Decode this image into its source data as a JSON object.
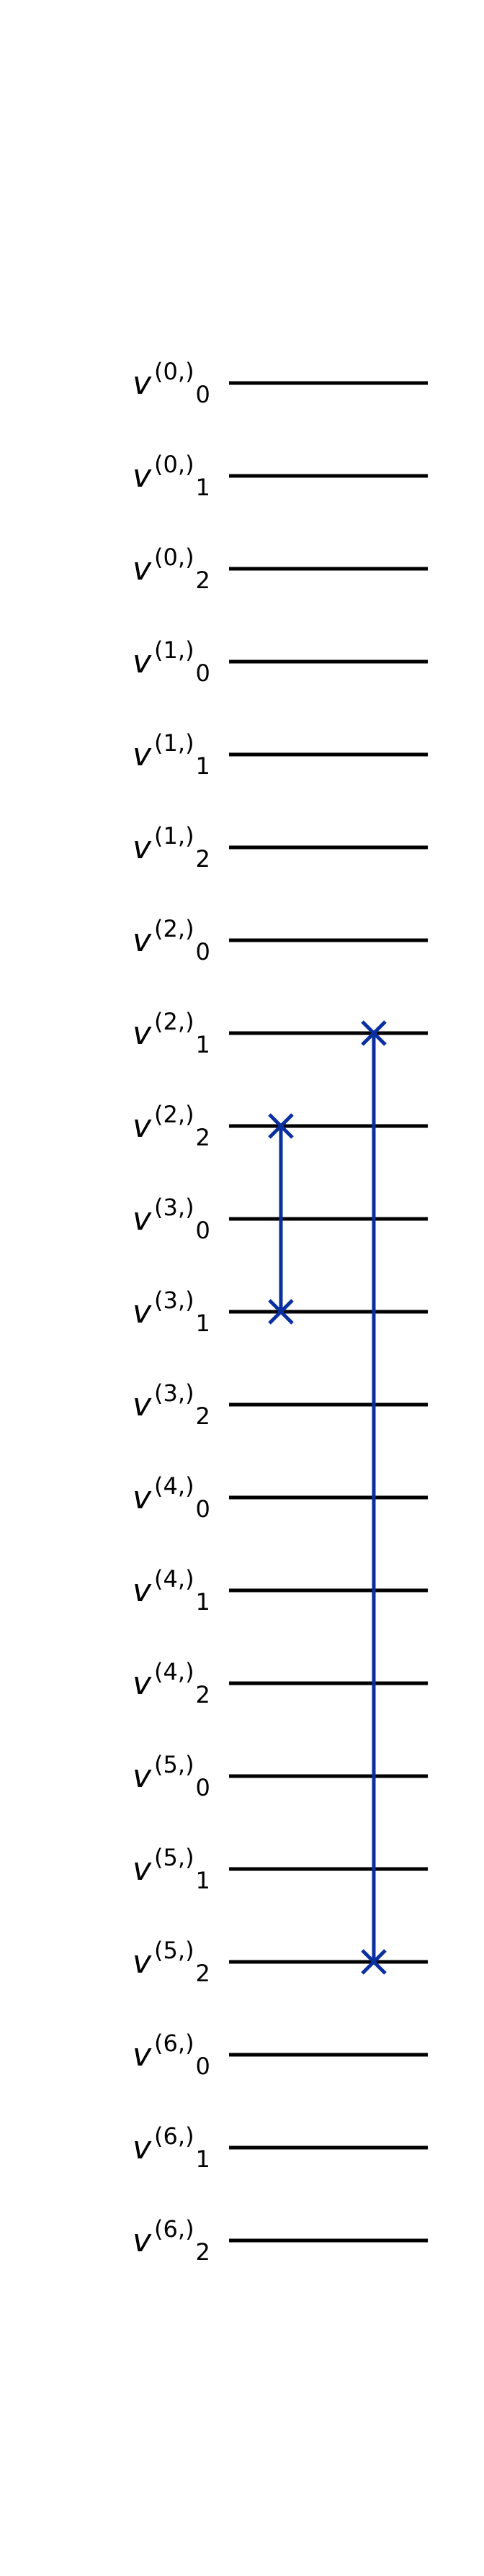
{
  "qubits": [
    {
      "base": "v",
      "sup": "(0,)",
      "sub": "0"
    },
    {
      "base": "v",
      "sup": "(0,)",
      "sub": "1"
    },
    {
      "base": "v",
      "sup": "(0,)",
      "sub": "2"
    },
    {
      "base": "v",
      "sup": "(1,)",
      "sub": "0"
    },
    {
      "base": "v",
      "sup": "(1,)",
      "sub": "1"
    },
    {
      "base": "v",
      "sup": "(1,)",
      "sub": "2"
    },
    {
      "base": "v",
      "sup": "(2,)",
      "sub": "0"
    },
    {
      "base": "v",
      "sup": "(2,)",
      "sub": "1"
    },
    {
      "base": "v",
      "sup": "(2,)",
      "sub": "2"
    },
    {
      "base": "v",
      "sup": "(3,)",
      "sub": "0"
    },
    {
      "base": "v",
      "sup": "(3,)",
      "sub": "1"
    },
    {
      "base": "v",
      "sup": "(3,)",
      "sub": "2"
    },
    {
      "base": "v",
      "sup": "(4,)",
      "sub": "0"
    },
    {
      "base": "v",
      "sup": "(4,)",
      "sub": "1"
    },
    {
      "base": "v",
      "sup": "(4,)",
      "sub": "2"
    },
    {
      "base": "v",
      "sup": "(5,)",
      "sub": "0"
    },
    {
      "base": "v",
      "sup": "(5,)",
      "sub": "1"
    },
    {
      "base": "v",
      "sup": "(5,)",
      "sub": "2"
    },
    {
      "base": "v",
      "sup": "(6,)",
      "sub": "0"
    },
    {
      "base": "v",
      "sup": "(6,)",
      "sub": "1"
    },
    {
      "base": "v",
      "sup": "(6,)",
      "sub": "2"
    }
  ],
  "gates": [
    {
      "type": "swap",
      "column": 0,
      "qubits": [
        8,
        10
      ]
    },
    {
      "type": "swap",
      "column": 1,
      "qubits": [
        7,
        17
      ]
    }
  ],
  "colors": {
    "wire": "#000000",
    "gate": "#0a2fa0"
  }
}
